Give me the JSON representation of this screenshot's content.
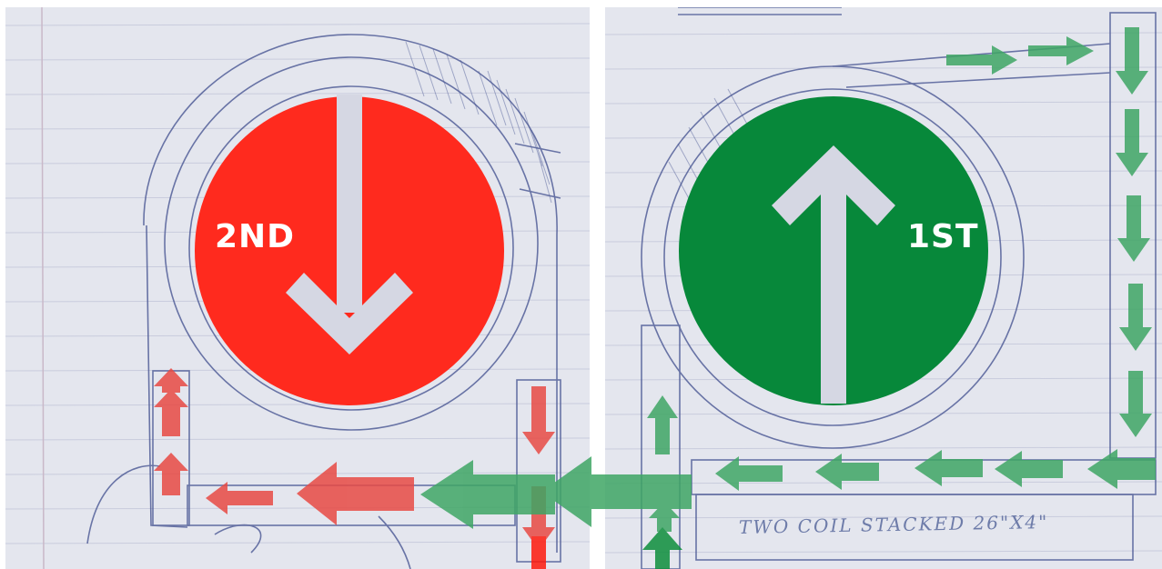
{
  "left_circle": {
    "label": "2ND",
    "direction": "down",
    "color": "#ff2a1e"
  },
  "right_circle": {
    "label": "1ST",
    "direction": "up",
    "color": "#07883a"
  },
  "note": {
    "text": "TWO COIL STACKED 26\"X4\""
  },
  "colors": {
    "paper": "#e4e6ee",
    "pencil": "#4a5794",
    "red_arrow": "#e84a44",
    "green_arrow": "#3fa665"
  }
}
